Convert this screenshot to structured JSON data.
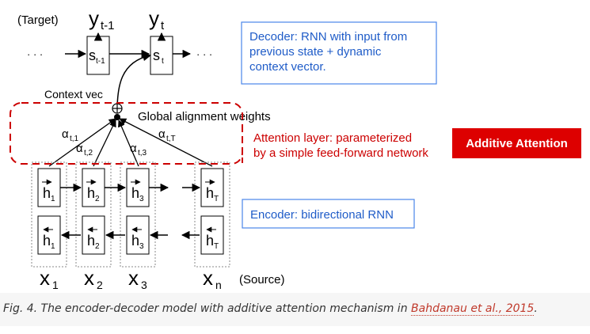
{
  "labels": {
    "target": "(Target)",
    "y_prev": "y",
    "y_prev_sub": "t-1",
    "y_cur": "y",
    "y_cur_sub": "t",
    "s_prev": "s",
    "s_prev_sub": "t-1",
    "s_cur": "s",
    "s_cur_sub": "t",
    "dots_left": "· · ·",
    "dots_right": "· · ·",
    "context_vec": "Context vec",
    "global_alignment": "Global alignment weights",
    "a1": "α",
    "a1_sub": "t,1",
    "a2": "α",
    "a2_sub": "t,2",
    "a3": "α",
    "a3_sub": "t,3",
    "aT": "α",
    "aT_sub": "t,T",
    "h": "h",
    "h1_sub": "1",
    "h2_sub": "2",
    "h3_sub": "3",
    "hT_sub": "T",
    "x": "x",
    "x1_sub": "1",
    "x2_sub": "2",
    "x3_sub": "3",
    "xn_sub": "n",
    "source": "(Source)"
  },
  "boxes": {
    "decoder": "Decoder: RNN with input from previous state + dynamic context vector.",
    "decoder_line1": "Decoder: RNN with input from",
    "decoder_line2": "previous state + dynamic",
    "decoder_line3": "context vector.",
    "attention_line1": "Attention layer: parameterized",
    "attention_line2": "by a simple feed-forward network",
    "encoder": "Encoder: bidirectional RNN",
    "badge": "Additive Attention"
  },
  "caption": {
    "prefix": "Fig. 4. The encoder-decoder model with additive attention mechanism in ",
    "link": "Bahdanau et al., 2015",
    "suffix": "."
  },
  "colors": {
    "blue_box": "#4a86e8",
    "red": "#cc0000",
    "badge_bg": "#dd0000",
    "link": "#c0392b"
  }
}
